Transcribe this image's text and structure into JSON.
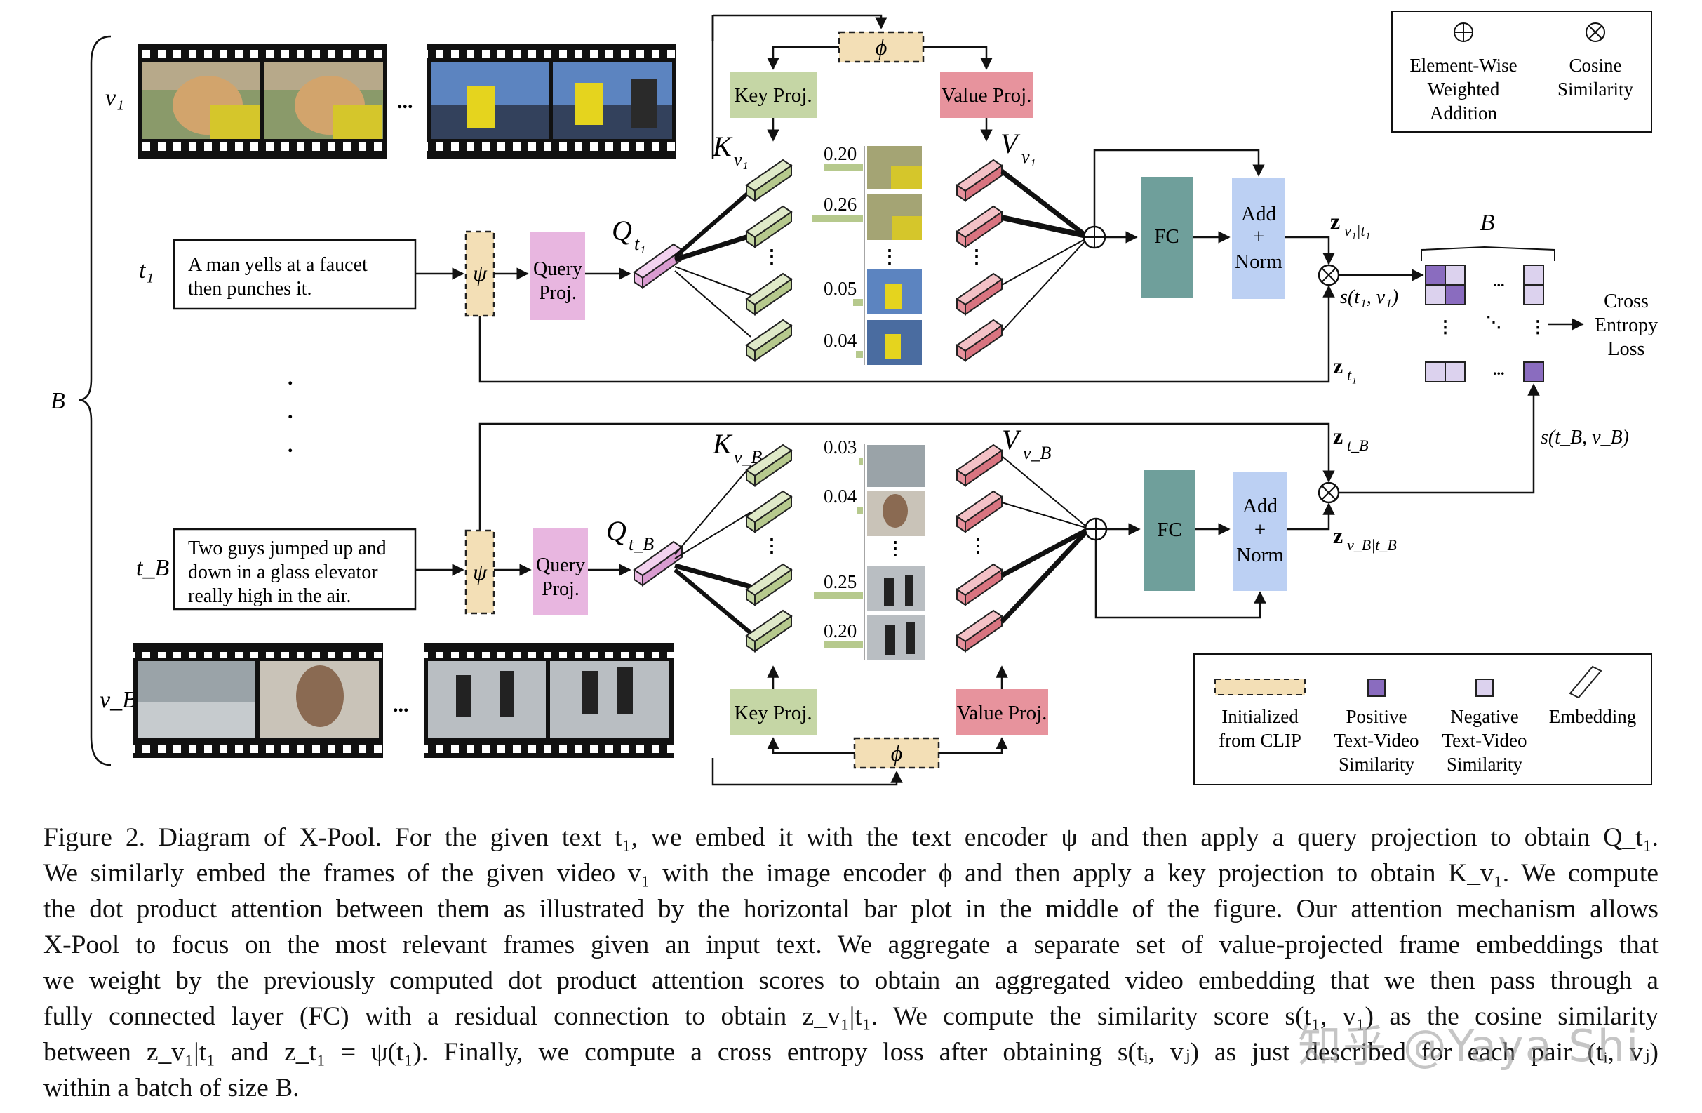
{
  "figure": {
    "batch_label": "B",
    "v1_label": "v₁",
    "t1_label": "t₁",
    "tB_label": "t_B",
    "vB_label": "v_B",
    "ellipsis": "...",
    "text_t1_line1": "A man yells at a faucet",
    "text_t1_line2": "then punches it.",
    "text_tB_line1": "Two guys jumped up and",
    "text_tB_line2": "down in a glass elevator",
    "text_tB_line3": "really high in the air.",
    "psi": "ψ",
    "phi": "ϕ",
    "query_proj_1": "Query",
    "query_proj_2": "Proj.",
    "key_proj": "Key Proj.",
    "value_proj": "Value Proj.",
    "fc": "FC",
    "add": "Add",
    "plus": "+",
    "norm": "Norm",
    "q_t1": "Q",
    "q_t1_sub": "t₁",
    "q_tB": "Q",
    "q_tB_sub": "t_B",
    "k_v1": "K",
    "k_v1_sub": "v₁",
    "k_vB": "K",
    "k_vB_sub": "v_B",
    "v_v1": "V",
    "v_v1_sub": "v₁",
    "v_vB": "V",
    "v_vB_sub": "v_B",
    "z_v1t1": "z",
    "z_v1t1_sub": "v₁|t₁",
    "z_t1": "z",
    "z_t1_sub": "t₁",
    "z_tB": "z",
    "z_tB_sub": "t_B",
    "z_vBtB": "z",
    "z_vBtB_sub": "v_B|t_B",
    "s_t1v1": "s(t₁, v₁)",
    "s_tBvB": "s(t_B, v_B)",
    "matrix_B": "B",
    "cross_entropy_1": "Cross",
    "cross_entropy_2": "Entropy",
    "cross_entropy_3": "Loss",
    "attention_top": [
      "0.20",
      "0.26",
      "0.05",
      "0.04"
    ],
    "attention_bottom": [
      "0.03",
      "0.04",
      "0.25",
      "0.20"
    ],
    "legend_top": {
      "ew_1": "Element-Wise",
      "ew_2": "Weighted",
      "ew_3": "Addition",
      "cos_1": "Cosine",
      "cos_2": "Similarity"
    },
    "legend_bottom": {
      "clip_1": "Initialized",
      "clip_2": "from CLIP",
      "pos_1": "Positive",
      "pos_2": "Text-Video",
      "pos_3": "Similarity",
      "neg_1": "Negative",
      "neg_2": "Text-Video",
      "neg_3": "Similarity",
      "emb": "Embedding"
    }
  },
  "colors": {
    "clip": "#f3dfb6",
    "query": "#e8b6e0",
    "key": "#c5d6a5",
    "value": "#e7939d",
    "fc": "#6f9f9b",
    "addnorm": "#bcd0f3",
    "positive": "#8a6cbf",
    "negative": "#dcd2ee"
  },
  "caption": {
    "lines": [
      "Figure 2. Diagram of X-Pool. For the given text t₁, we embed it with the text encoder ψ and then apply a query projection to obtain Q_t₁.",
      "We similarly embed the frames of the given video v₁ with the image encoder ϕ and then apply a key projection to obtain K_v₁. We compute",
      "the dot product attention between them as illustrated by the horizontal bar plot in the middle of the figure. Our attention mechanism allows",
      "X-Pool to focus on the most relevant frames given an input text. We aggregate a separate set of value-projected frame embeddings that",
      "we weight by the previously computed dot product attention scores to obtain an aggregated video embedding that we then pass through a",
      "fully connected layer (FC) with a residual connection to obtain z_v₁|t₁. We compute the similarity score s(t₁, v₁) as the cosine similarity",
      "between z_v₁|t₁ and z_t₁ = ψ(t₁). Finally, we compute a cross entropy loss after obtaining s(tᵢ, vⱼ) as just described for each pair (tᵢ, vⱼ)",
      "within a batch of size B."
    ]
  },
  "watermark": "知乎 @Yaya Shi"
}
